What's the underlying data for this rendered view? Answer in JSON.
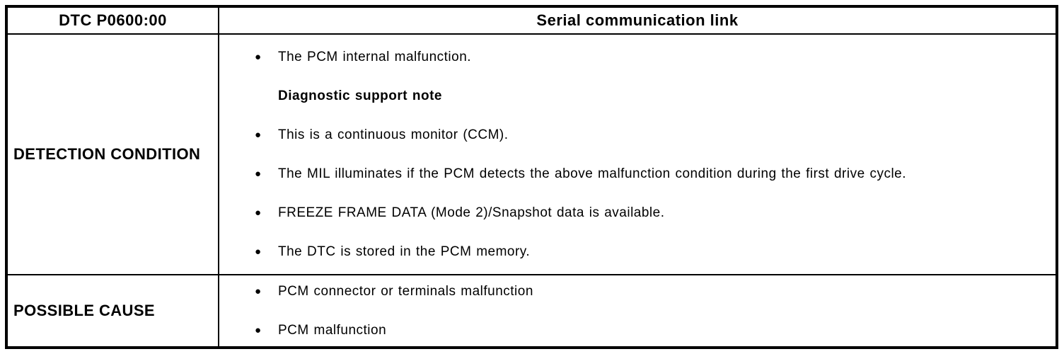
{
  "icons": {
    "bullet": "●"
  },
  "colors": {
    "border": "#000000",
    "background": "#ffffff",
    "text": "#000000"
  },
  "table": {
    "header": {
      "dtc_code": "DTC P0600:00",
      "title": "Serial communication link"
    },
    "rows": [
      {
        "label": "DETECTION CONDITION",
        "items": [
          {
            "type": "bullet",
            "text": "The PCM internal malfunction."
          },
          {
            "type": "heading",
            "text": "Diagnostic support note"
          },
          {
            "type": "bullet",
            "text": "This is a continuous monitor (CCM)."
          },
          {
            "type": "bullet",
            "text": "The MIL illuminates if the PCM detects the above malfunction condition during the first drive cycle."
          },
          {
            "type": "bullet",
            "text": "FREEZE FRAME DATA (Mode 2)/Snapshot data is available."
          },
          {
            "type": "bullet",
            "text": "The DTC is stored in the PCM memory."
          }
        ]
      },
      {
        "label": "POSSIBLE CAUSE",
        "items": [
          {
            "type": "bullet",
            "text": "PCM connector or terminals malfunction"
          },
          {
            "type": "bullet",
            "text": "PCM malfunction"
          }
        ]
      }
    ]
  }
}
